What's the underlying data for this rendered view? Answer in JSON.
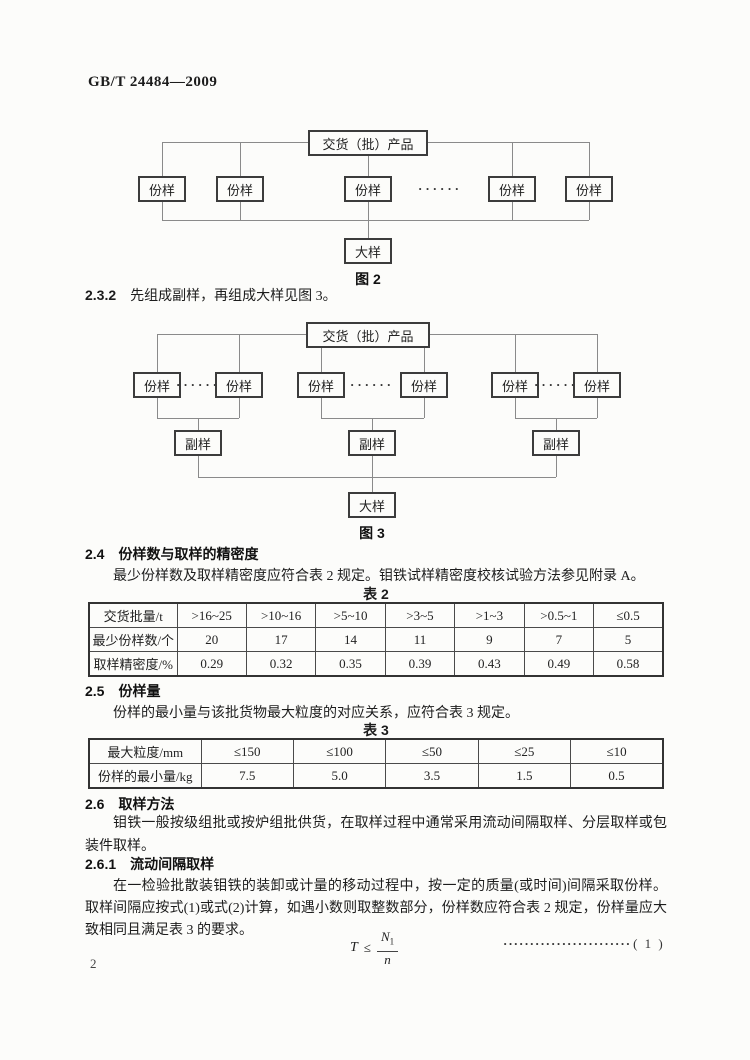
{
  "page": {
    "header": "GB/T 24484—2009",
    "page_number": "2"
  },
  "fig2": {
    "top_box": "交货（批）产品",
    "item": "份样",
    "dots": "······",
    "bottom_box": "大样",
    "caption": "图 2"
  },
  "sec232": {
    "num": "2.3.2",
    "text": "先组成副样，再组成大样见图 3。"
  },
  "fig3": {
    "top_box": "交货（批）产品",
    "item": "份样",
    "dots": "······",
    "mid_box": "副样",
    "bottom_box": "大样",
    "caption": "图 3"
  },
  "sec24": {
    "num": "2.4",
    "title": "份样数与取样的精密度",
    "para": "最少份样数及取样精密度应符合表 2 规定。钼铁试样精密度校核试验方法参见附录 A。"
  },
  "table2": {
    "caption": "表 2",
    "rows": [
      [
        "交货批量/t",
        ">16~25",
        ">10~16",
        ">5~10",
        ">3~5",
        ">1~3",
        ">0.5~1",
        "≤0.5"
      ],
      [
        "最少份样数/个",
        "20",
        "17",
        "14",
        "11",
        "9",
        "7",
        "5"
      ],
      [
        "取样精密度/%",
        "0.29",
        "0.32",
        "0.35",
        "0.39",
        "0.43",
        "0.49",
        "0.58"
      ]
    ]
  },
  "sec25": {
    "num": "2.5",
    "title": "份样量",
    "para": "份样的最小量与该批货物最大粒度的对应关系，应符合表 3 规定。"
  },
  "table3": {
    "caption": "表 3",
    "rows": [
      [
        "最大粒度/mm",
        "≤150",
        "≤100",
        "≤50",
        "≤25",
        "≤10"
      ],
      [
        "份样的最小量/kg",
        "7.5",
        "5.0",
        "3.5",
        "1.5",
        "0.5"
      ]
    ]
  },
  "sec26": {
    "num": "2.6",
    "title": "取样方法",
    "para": "钼铁一般按级组批或按炉组批供货，在取样过程中通常采用流动间隔取样、分层取样或包装件取样。"
  },
  "sec261": {
    "num": "2.6.1",
    "title": "流动间隔取样",
    "para": "在一检验批散装钼铁的装卸或计量的移动过程中，按一定的质量(或时间)间隔采取份样。取样间隔应按式(1)或式(2)计算，如遇小数则取整数部分，份样数应符合表 2 规定，份样量应大致相同且满足表 3 的要求。"
  },
  "formula": {
    "lhs": "T",
    "rel": "≤",
    "num_base": "N",
    "num_sub": "1",
    "den": "n",
    "dots": "························",
    "label": "( 1 )"
  }
}
